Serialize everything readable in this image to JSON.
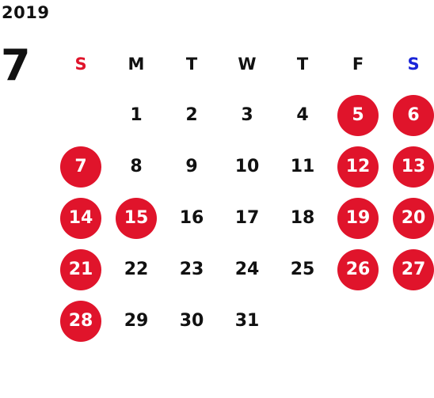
{
  "calendar": {
    "year": "2019",
    "month": "7",
    "weekdays": [
      {
        "label": "S",
        "color": "#e0142b"
      },
      {
        "label": "M",
        "color": "#111111"
      },
      {
        "label": "T",
        "color": "#111111"
      },
      {
        "label": "W",
        "color": "#111111"
      },
      {
        "label": "T",
        "color": "#111111"
      },
      {
        "label": "F",
        "color": "#111111"
      },
      {
        "label": "S",
        "color": "#1a25d8"
      }
    ],
    "holiday_color": "#e0142b",
    "weeks": [
      [
        null,
        {
          "day": "1",
          "holiday": false
        },
        {
          "day": "2",
          "holiday": false
        },
        {
          "day": "3",
          "holiday": false
        },
        {
          "day": "4",
          "holiday": false
        },
        {
          "day": "5",
          "holiday": true
        },
        {
          "day": "6",
          "holiday": true
        }
      ],
      [
        {
          "day": "7",
          "holiday": true
        },
        {
          "day": "8",
          "holiday": false
        },
        {
          "day": "9",
          "holiday": false
        },
        {
          "day": "10",
          "holiday": false
        },
        {
          "day": "11",
          "holiday": false
        },
        {
          "day": "12",
          "holiday": true
        },
        {
          "day": "13",
          "holiday": true
        }
      ],
      [
        {
          "day": "14",
          "holiday": true
        },
        {
          "day": "15",
          "holiday": true
        },
        {
          "day": "16",
          "holiday": false
        },
        {
          "day": "17",
          "holiday": false
        },
        {
          "day": "18",
          "holiday": false
        },
        {
          "day": "19",
          "holiday": true
        },
        {
          "day": "20",
          "holiday": true
        }
      ],
      [
        {
          "day": "21",
          "holiday": true
        },
        {
          "day": "22",
          "holiday": false
        },
        {
          "day": "23",
          "holiday": false
        },
        {
          "day": "24",
          "holiday": false
        },
        {
          "day": "25",
          "holiday": false
        },
        {
          "day": "26",
          "holiday": true
        },
        {
          "day": "27",
          "holiday": true
        }
      ],
      [
        {
          "day": "28",
          "holiday": true
        },
        {
          "day": "29",
          "holiday": false
        },
        {
          "day": "30",
          "holiday": false
        },
        {
          "day": "31",
          "holiday": false
        },
        null,
        null,
        null
      ]
    ]
  }
}
